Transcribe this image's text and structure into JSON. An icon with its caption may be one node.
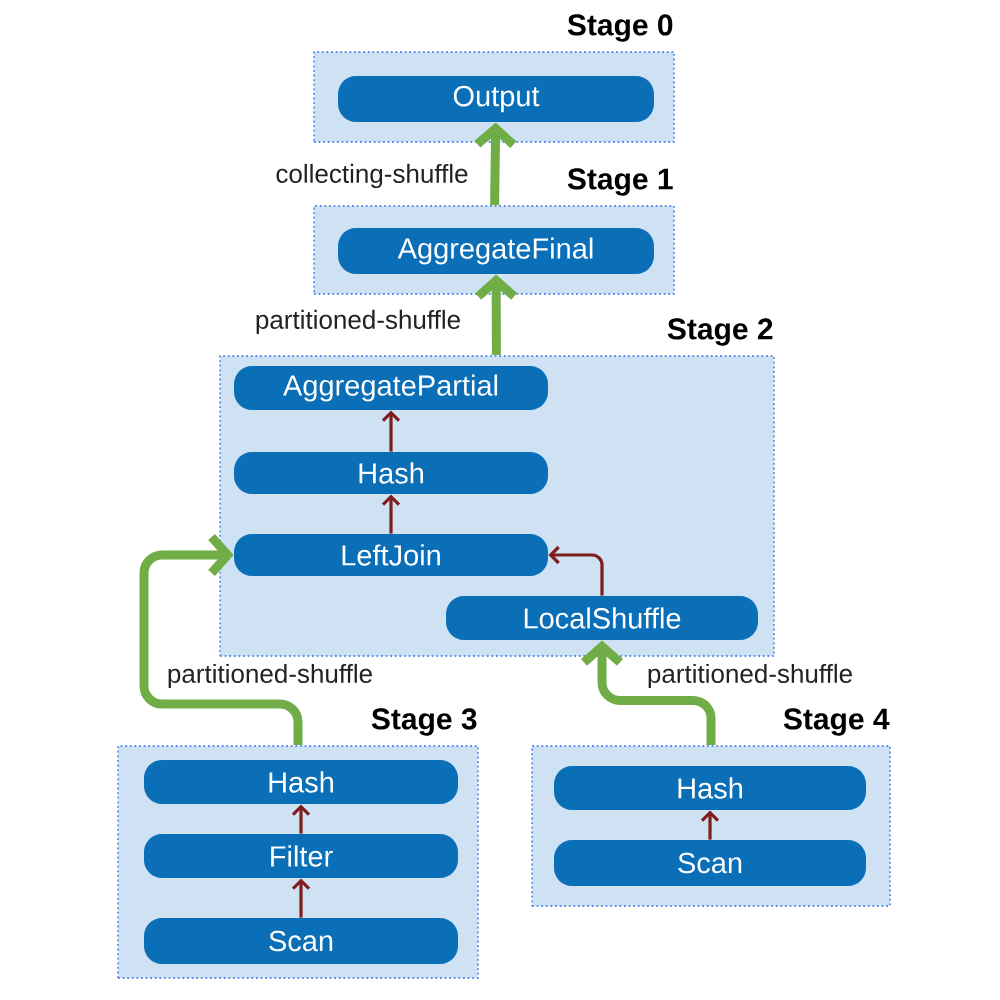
{
  "diagram": {
    "nodes": [
      {
        "text": [
          "Stage 0"
        ]
      },
      {
        "text": [
          "Output"
        ],
        "in": 0
      },
      {
        "text": [
          "Stage 1"
        ]
      },
      {
        "text": [
          "AggregateFinal"
        ],
        "in": 2
      },
      {
        "text": [
          "Stage 2"
        ]
      },
      {
        "text": [
          "AggregatePartial"
        ],
        "in": 4
      },
      {
        "text": [
          "Hash"
        ],
        "in": 4
      },
      {
        "text": [
          "LeftJoin"
        ],
        "in": 4
      },
      {
        "text": [
          "LocalShuffle"
        ],
        "in": 4
      },
      {
        "text": [
          "Stage 3"
        ]
      },
      {
        "text": [
          "Hash"
        ],
        "in": 9
      },
      {
        "text": [
          "Filter"
        ],
        "in": 9
      },
      {
        "text": [
          "Scan"
        ],
        "in": 9
      },
      {
        "text": [
          "Stage 4"
        ]
      },
      {
        "text": [
          "Hash"
        ],
        "in": 13
      },
      {
        "text": [
          "Scan"
        ],
        "in": 13
      }
    ],
    "edges": [
      {
        "from": 2,
        "to": 1,
        "arrow": "to",
        "label": "collecting-shuffle",
        "style": "thick",
        "color": "#70ad47"
      },
      {
        "from": 4,
        "to": 3,
        "arrow": "to",
        "label": "partitioned-shuffle",
        "style": "thick",
        "color": "#70ad47"
      },
      {
        "from": 6,
        "to": 5,
        "arrow": "to"
      },
      {
        "from": 7,
        "to": 6,
        "arrow": "to"
      },
      {
        "from": 8,
        "to": 7,
        "arrow": "to"
      },
      {
        "from": 9,
        "to": 7,
        "arrow": "to",
        "label": "partitioned-shuffle",
        "style": "thick",
        "color": "#70ad47"
      },
      {
        "from": 13,
        "to": 8,
        "arrow": "to",
        "label": "partitioned-shuffle",
        "style": "thick",
        "color": "#70ad47"
      },
      {
        "from": 11,
        "to": 10,
        "arrow": "to"
      },
      {
        "from": 12,
        "to": 11,
        "arrow": "to"
      },
      {
        "from": 15,
        "to": 14,
        "arrow": "to"
      }
    ]
  }
}
